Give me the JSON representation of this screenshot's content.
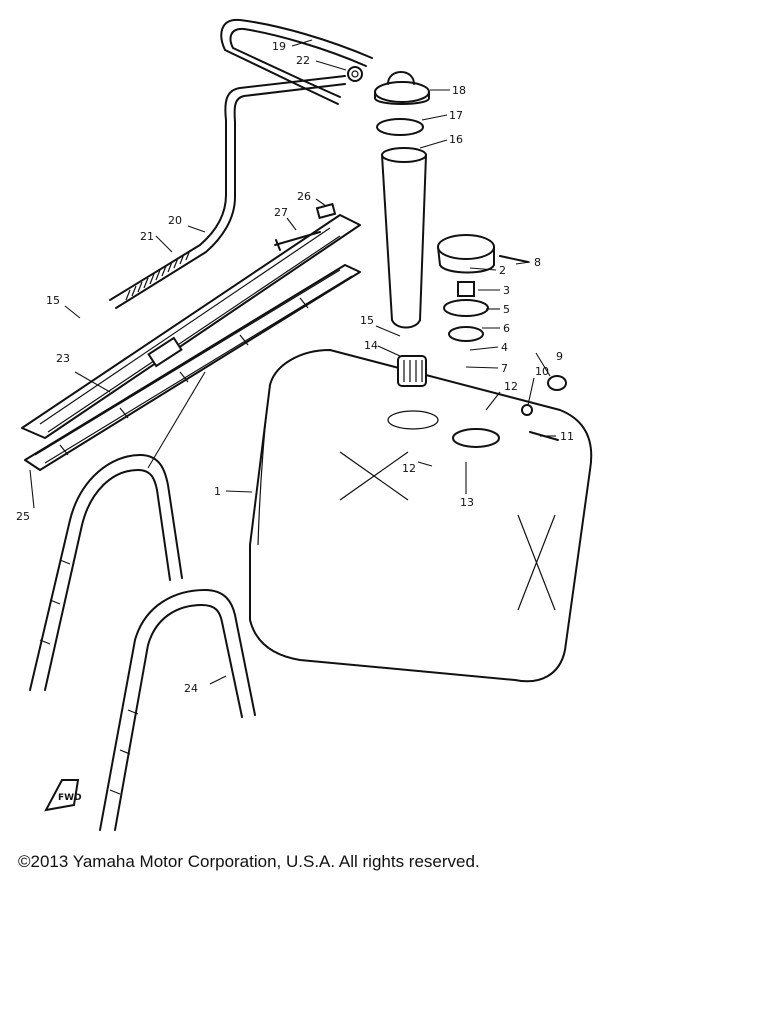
{
  "diagram": {
    "callouts": [
      {
        "id": "c19",
        "text": "19"
      },
      {
        "id": "c22",
        "text": "22"
      },
      {
        "id": "c18",
        "text": "18"
      },
      {
        "id": "c17",
        "text": "17"
      },
      {
        "id": "c16",
        "text": "16"
      },
      {
        "id": "c26",
        "text": "26"
      },
      {
        "id": "c20",
        "text": "20"
      },
      {
        "id": "c27",
        "text": "27"
      },
      {
        "id": "c21",
        "text": "21"
      },
      {
        "id": "c8",
        "text": "8"
      },
      {
        "id": "c2",
        "text": "2"
      },
      {
        "id": "c3",
        "text": "3"
      },
      {
        "id": "c5",
        "text": "5"
      },
      {
        "id": "c15a",
        "text": "15"
      },
      {
        "id": "c15b",
        "text": "15"
      },
      {
        "id": "c6",
        "text": "6"
      },
      {
        "id": "c14",
        "text": "14"
      },
      {
        "id": "c4",
        "text": "4"
      },
      {
        "id": "c9",
        "text": "9"
      },
      {
        "id": "c7",
        "text": "7"
      },
      {
        "id": "c10",
        "text": "10"
      },
      {
        "id": "c12a",
        "text": "12"
      },
      {
        "id": "c23",
        "text": "23"
      },
      {
        "id": "c11",
        "text": "11"
      },
      {
        "id": "c12b",
        "text": "12"
      },
      {
        "id": "c1",
        "text": "1"
      },
      {
        "id": "c13",
        "text": "13"
      },
      {
        "id": "c25",
        "text": "25"
      },
      {
        "id": "c24",
        "text": "24"
      }
    ],
    "forward_mark": "FWD"
  },
  "footer": {
    "copyright": "©2013 Yamaha Motor Corporation, U.S.A. All rights reserved."
  }
}
